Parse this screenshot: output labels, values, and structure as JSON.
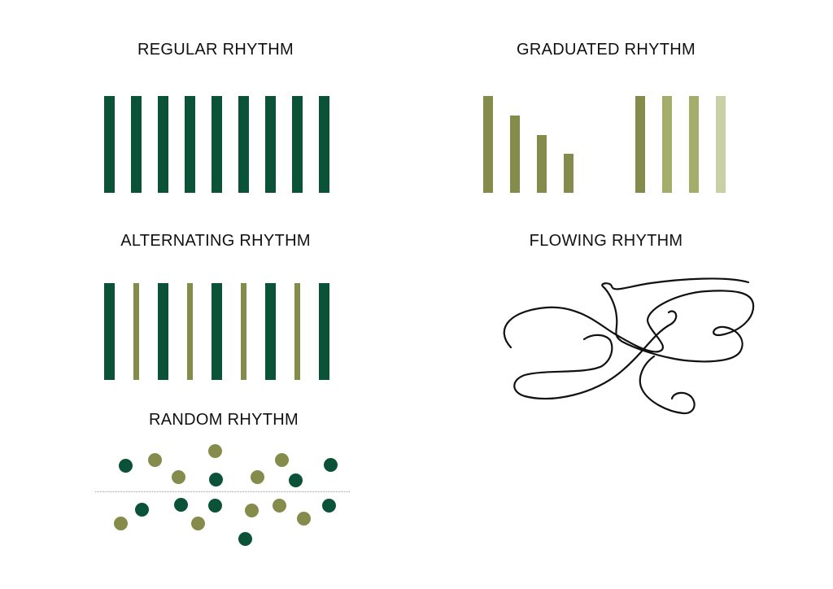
{
  "colors": {
    "dark_green": "#0b5338",
    "olive": "#858c4b",
    "light_olive": "#a5ad6b",
    "pale_olive": "#c9d0a5",
    "stroke": "#111111"
  },
  "panels": {
    "regular": {
      "title": "REGULAR RHYTHM",
      "bars": [
        "dark_green",
        "dark_green",
        "dark_green",
        "dark_green",
        "dark_green",
        "dark_green",
        "dark_green",
        "dark_green",
        "dark_green"
      ]
    },
    "graduated": {
      "title": "GRADUATED RHYTHM",
      "height_group": [
        1.0,
        0.8,
        0.6,
        0.4
      ],
      "tone_group": [
        "olive",
        "light_olive",
        "light_olive",
        "pale_olive"
      ]
    },
    "alternating": {
      "title": "ALTERNATING RHYTHM",
      "bars": [
        "dark_green",
        "olive",
        "dark_green",
        "olive",
        "dark_green",
        "olive",
        "dark_green",
        "olive",
        "dark_green"
      ]
    },
    "flowing": {
      "title": "FLOWING RHYTHM"
    },
    "random": {
      "title": "RANDOM RHYTHM",
      "dot_colors": [
        "dark_green",
        "olive",
        "olive",
        "olive",
        "dark_green",
        "olive",
        "olive",
        "dark_green",
        "dark_green",
        "olive",
        "dark_green",
        "dark_green",
        "olive",
        "dark_green",
        "olive",
        "dark_green",
        "olive",
        "olive",
        "dark_green",
        "olive"
      ]
    }
  }
}
